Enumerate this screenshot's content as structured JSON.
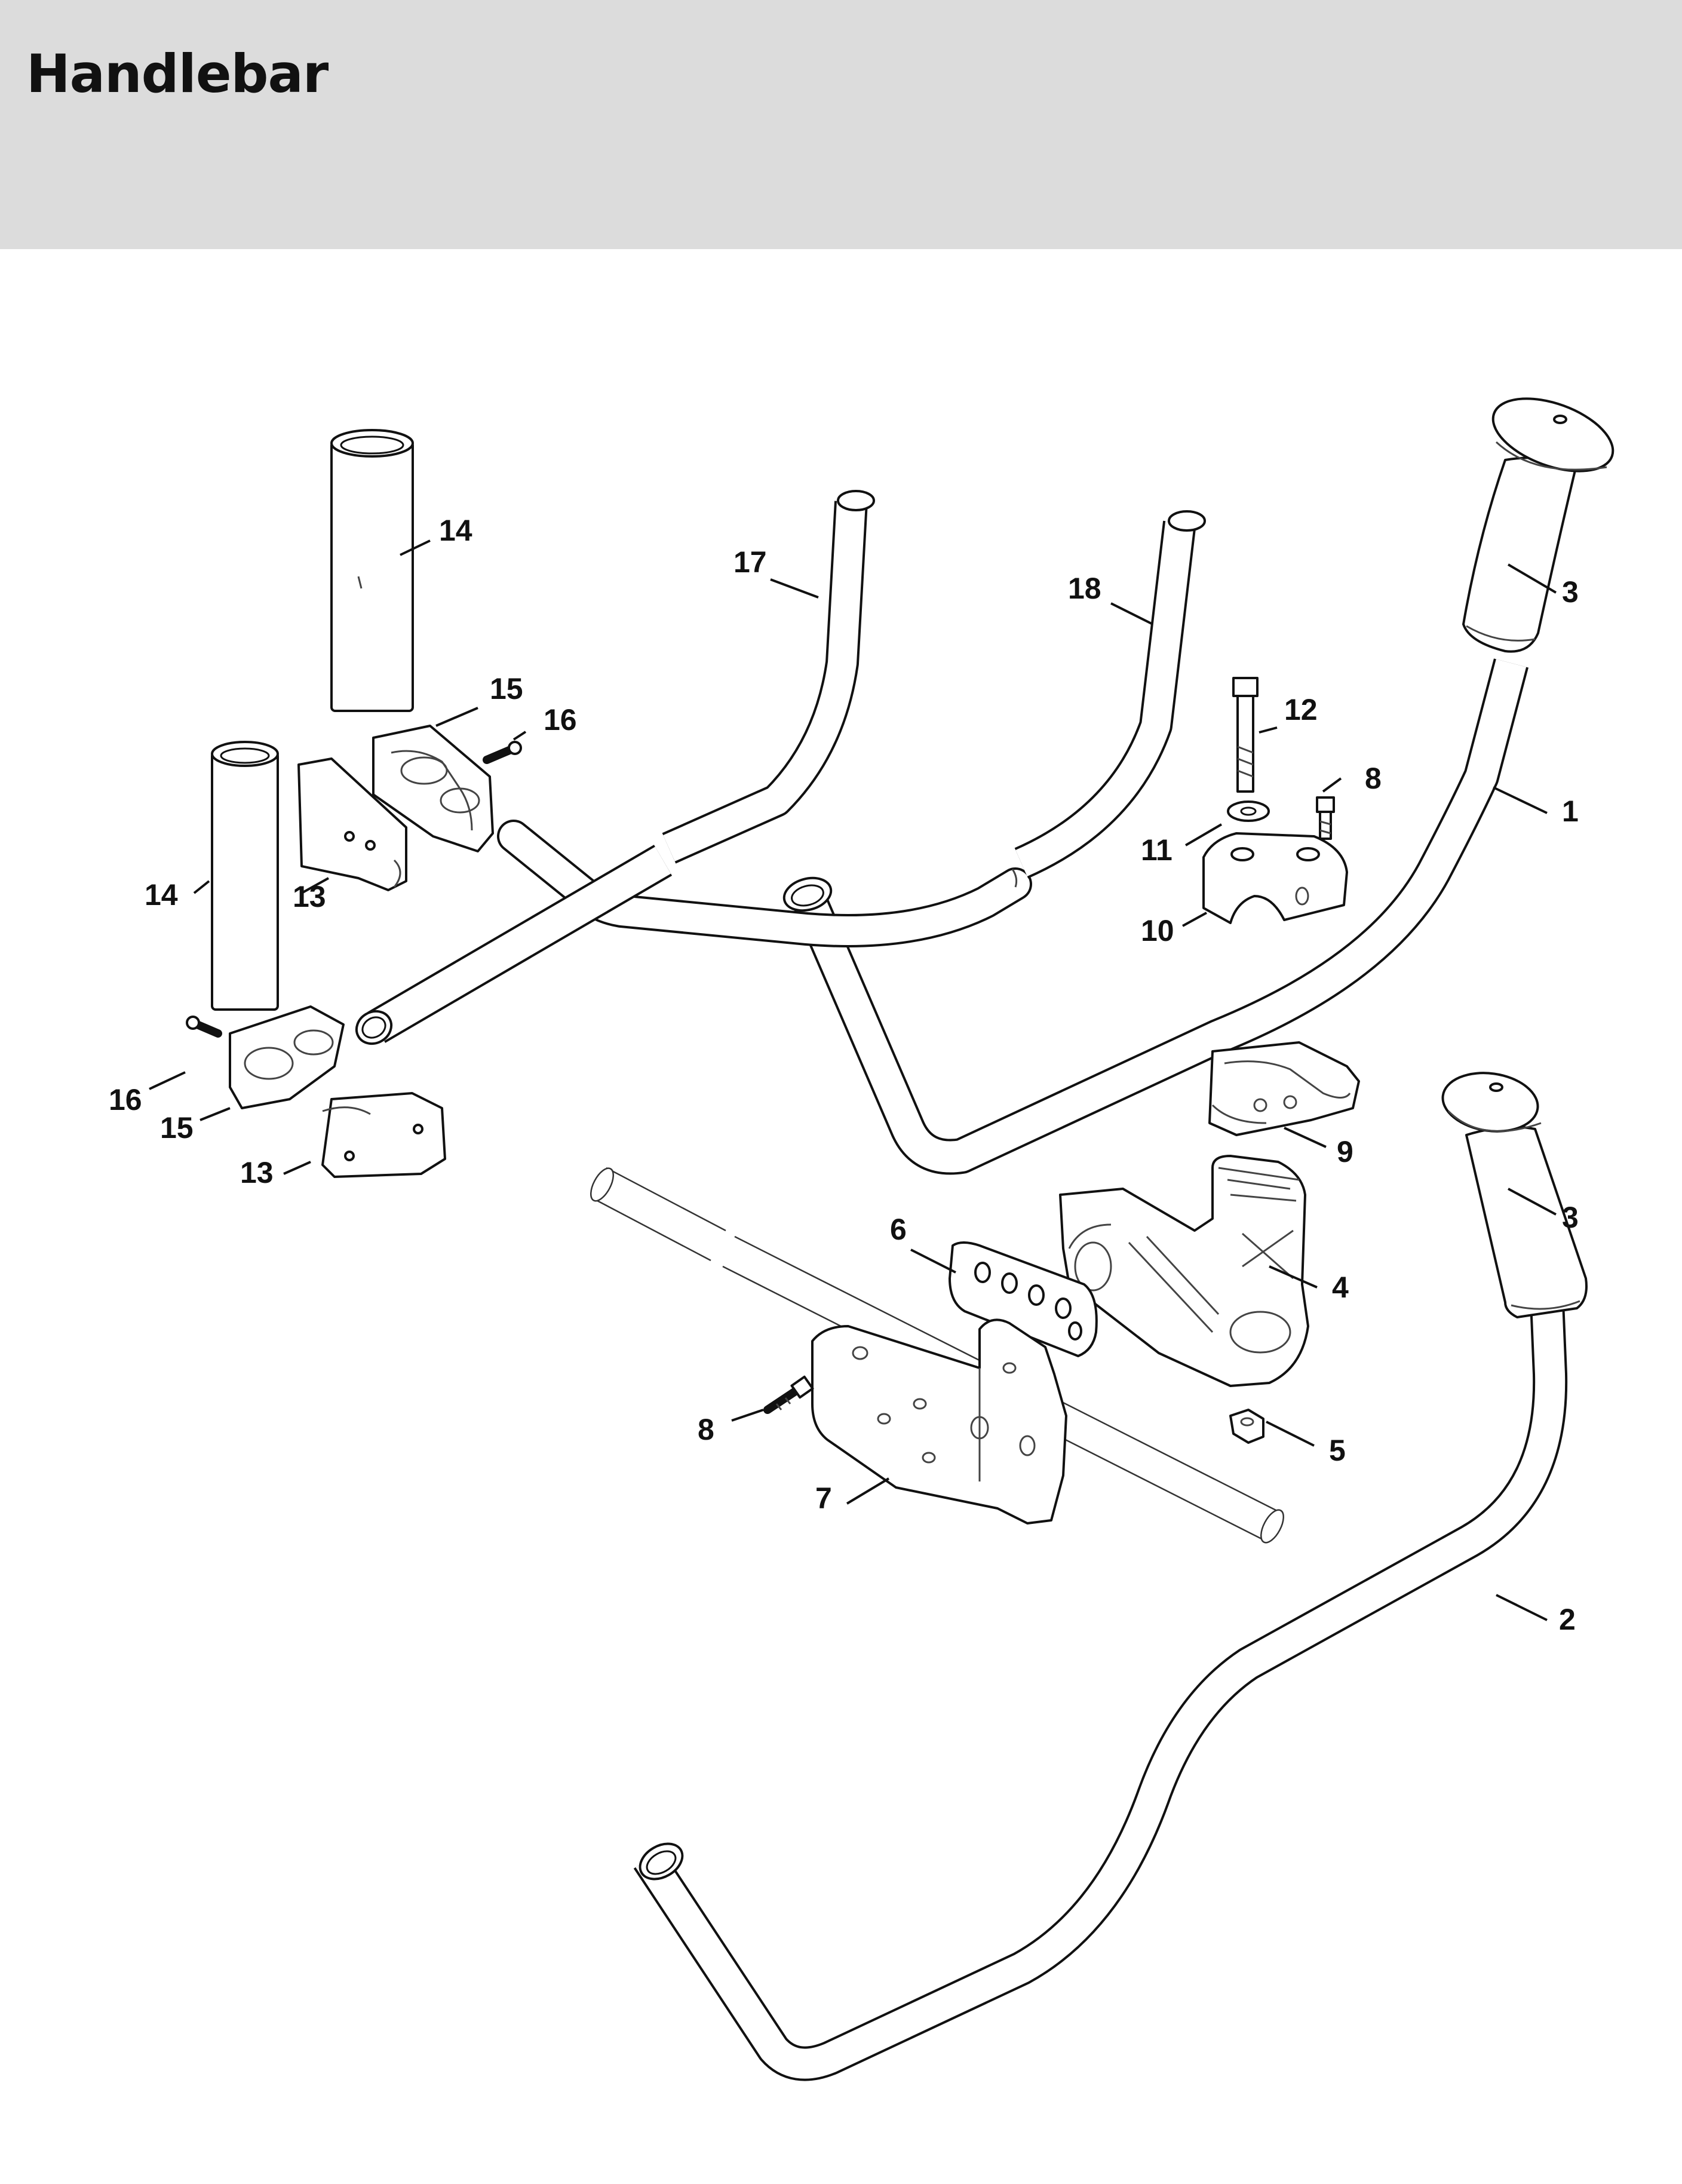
{
  "title": "Handlebar",
  "parts": [
    {
      "id": "p1",
      "label": "1"
    },
    {
      "id": "p2",
      "label": "2"
    },
    {
      "id": "p3a",
      "label": "3"
    },
    {
      "id": "p3b",
      "label": "3"
    },
    {
      "id": "p4",
      "label": "4"
    },
    {
      "id": "p5",
      "label": "5"
    },
    {
      "id": "p6",
      "label": "6"
    },
    {
      "id": "p7",
      "label": "7"
    },
    {
      "id": "p8a",
      "label": "8"
    },
    {
      "id": "p8b",
      "label": "8"
    },
    {
      "id": "p9",
      "label": "9"
    },
    {
      "id": "p10",
      "label": "10"
    },
    {
      "id": "p11",
      "label": "11"
    },
    {
      "id": "p12",
      "label": "12"
    },
    {
      "id": "p13a",
      "label": "13"
    },
    {
      "id": "p13b",
      "label": "13"
    },
    {
      "id": "p14a",
      "label": "14"
    },
    {
      "id": "p14b",
      "label": "14"
    },
    {
      "id": "p15a",
      "label": "15"
    },
    {
      "id": "p15b",
      "label": "15"
    },
    {
      "id": "p16a",
      "label": "16"
    },
    {
      "id": "p16b",
      "label": "16"
    },
    {
      "id": "p17",
      "label": "17"
    },
    {
      "id": "p18",
      "label": "18"
    }
  ]
}
